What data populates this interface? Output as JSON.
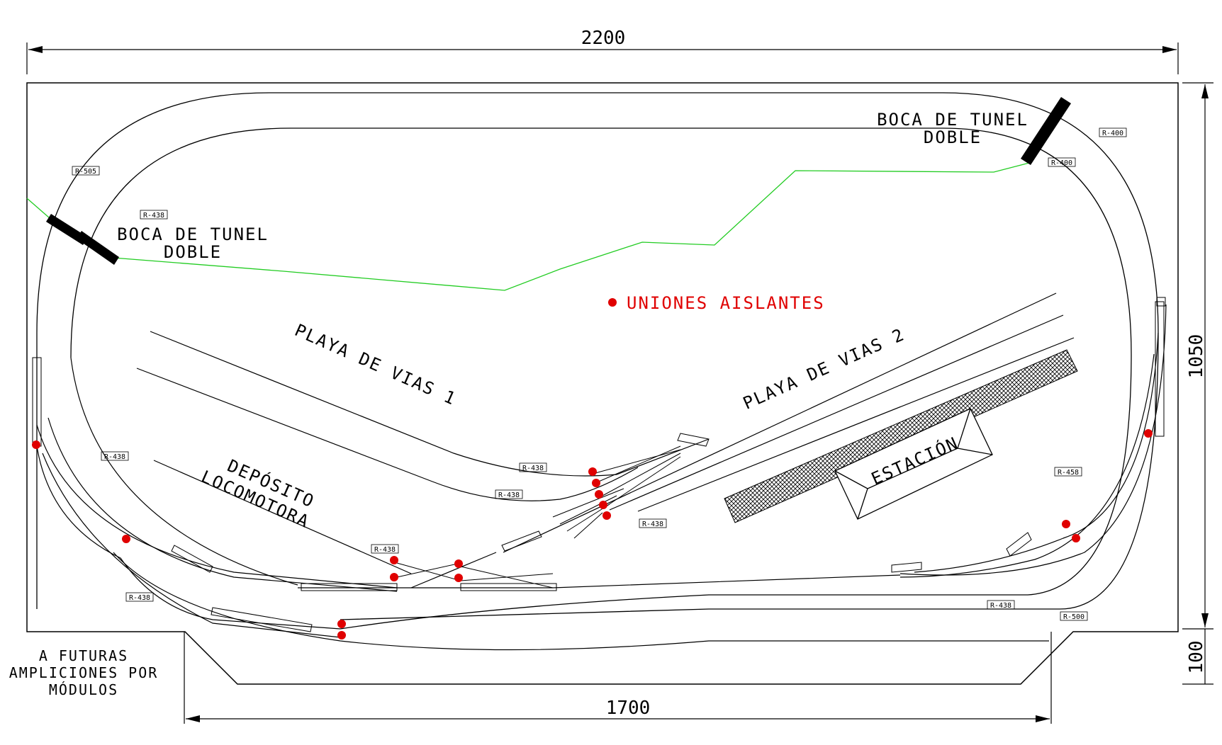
{
  "dimensions": {
    "width": "2200",
    "height": "1050",
    "front_width": "1700",
    "front_depth": "100"
  },
  "labels": {
    "tunnel_left_line1": "BOCA DE TUNEL",
    "tunnel_left_line2": "DOBLE",
    "tunnel_right_line1": "BOCA DE TUNEL",
    "tunnel_right_line2": "DOBLE",
    "legend": "UNIONES AISLANTES",
    "yard1": "PLAYA DE VIAS 1",
    "yard2": "PLAYA DE VIAS 2",
    "depot_line1": "DEPÓSITO",
    "depot_line2": "LOCOMOTORA",
    "station": "ESTACIÓN",
    "future_line1": "A FUTURAS",
    "future_line2": "AMPLICIONES POR",
    "future_line3": "MÓDULOS"
  },
  "radius_tags": {
    "r505": "R-505",
    "r438_a": "R-438",
    "r438_b": "R-438",
    "r438_c": "R-438",
    "r438_d": "R-438",
    "r438_e": "R-438",
    "r438_f": "R-438",
    "r438_g": "R-438",
    "r438_h": "R-438",
    "r400_a": "R-400",
    "r400_b": "R-400",
    "r458": "R-458",
    "r500": "R-500"
  },
  "colors": {
    "line": "#000000",
    "terrain": "#22cc22",
    "insulated_joint": "#e00000",
    "tunnel_portal": "#000000"
  }
}
